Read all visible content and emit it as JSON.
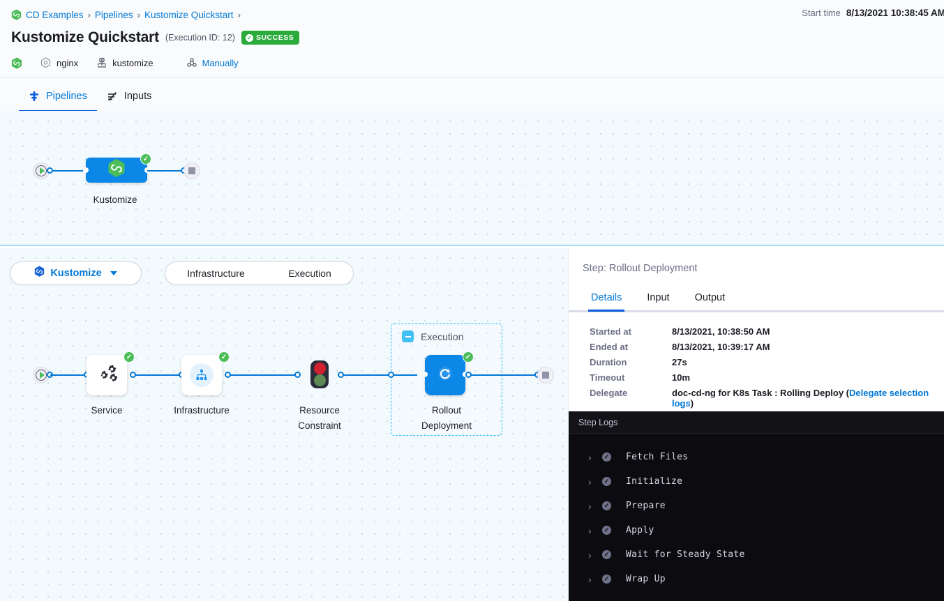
{
  "header": {
    "breadcrumb": [
      {
        "label": "CD Examples",
        "icon": "harness-hex-icon"
      },
      {
        "label": "Pipelines"
      },
      {
        "label": "Kustomize Quickstart"
      }
    ],
    "title": "Kustomize Quickstart",
    "execution_id_label": "(Execution ID: 12)",
    "status_badge": "SUCCESS",
    "status_color": "#2bab3c",
    "meta": {
      "service": "nginx",
      "service_icon": "service-hex-icon",
      "deployment_type": "kustomize",
      "deployment_icon": "kubernetes-icon",
      "trigger": "Manually",
      "trigger_icon": "trigger-icon"
    },
    "start_time_label": "Start time",
    "start_time_value": "8/13/2021 10:38:45 AM"
  },
  "tabs": [
    {
      "label": "Pipelines",
      "icon": "pipeline-icon",
      "active": true
    },
    {
      "label": "Inputs",
      "icon": "inputs-icon",
      "active": false
    }
  ],
  "pipeline_graph": {
    "stage_label": "Kustomize",
    "stage_status": "success",
    "start_icon": "play-icon",
    "end_icon": "stop-icon"
  },
  "stage_selector": {
    "stage_name": "Kustomize",
    "stage_icon": "harness-hex-icon",
    "caret": "chevron-down-icon",
    "sections": [
      "Infrastructure",
      "Execution"
    ]
  },
  "execution_graph": {
    "start_icon": "play-icon",
    "end_icon": "stop-icon",
    "group": {
      "title": "Execution",
      "collapse_icon": "minus-icon"
    },
    "nodes": [
      {
        "label": "Service",
        "icon": "service-gears-icon",
        "status": "success"
      },
      {
        "label": "Infrastructure",
        "icon": "infrastructure-icon",
        "status": "success"
      },
      {
        "label": "Resource\nConstraint",
        "icon": "traffic-light-icon",
        "status": "none"
      },
      {
        "label": "Rollout\nDeployment",
        "icon": "rollout-refresh-icon",
        "status": "success",
        "selected": true
      }
    ]
  },
  "details_panel": {
    "step_title": "Step: Rollout Deployment",
    "tabs": [
      {
        "label": "Details",
        "active": true
      },
      {
        "label": "Input",
        "active": false
      },
      {
        "label": "Output",
        "active": false
      }
    ],
    "fields": [
      {
        "key": "Started at",
        "value": "8/13/2021, 10:38:50 AM"
      },
      {
        "key": "Ended at",
        "value": "8/13/2021, 10:39:17 AM"
      },
      {
        "key": "Duration",
        "value": "27s"
      },
      {
        "key": "Timeout",
        "value": "10m"
      }
    ],
    "delegate": {
      "key": "Delegate",
      "value_prefix": "doc-cd-ng for K8s Task : Rolling Deploy (",
      "link": "Delegate selection logs",
      "value_suffix": ")"
    }
  },
  "step_logs": {
    "header": "Step Logs",
    "rows": [
      {
        "name": "Fetch Files",
        "status": "success"
      },
      {
        "name": "Initialize",
        "status": "success"
      },
      {
        "name": "Prepare",
        "status": "success"
      },
      {
        "name": "Apply",
        "status": "success"
      },
      {
        "name": "Wait for Steady State",
        "status": "success"
      },
      {
        "name": "Wrap Up",
        "status": "success"
      }
    ]
  }
}
